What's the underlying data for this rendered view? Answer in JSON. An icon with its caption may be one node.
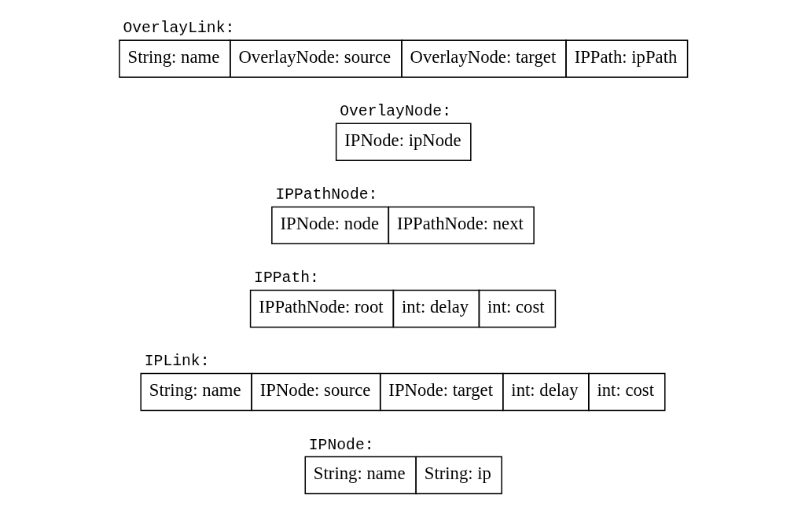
{
  "diagram": {
    "nodes": [
      {
        "text": [
          "IPNode:",
          "String: name",
          "String: ip"
        ]
      },
      {
        "text": [
          "IPLink:",
          "String: name",
          "IPNode: source",
          "IPNode: target",
          "int: delay",
          "int: cost"
        ]
      },
      {
        "text": [
          "IPPath:",
          "IPPathNode: root",
          "int: delay",
          "int: cost"
        ]
      },
      {
        "text": [
          "IPPathNode:",
          "IPNode: node",
          "IPPathNode: next"
        ]
      },
      {
        "text": [
          "OverlayNode:",
          "IPNode: ipNode"
        ]
      },
      {
        "text": [
          "OverlayLink:",
          "String: name",
          "OverlayNode: source",
          "OverlayNode: target",
          "IPPath: ipPath"
        ]
      }
    ]
  }
}
